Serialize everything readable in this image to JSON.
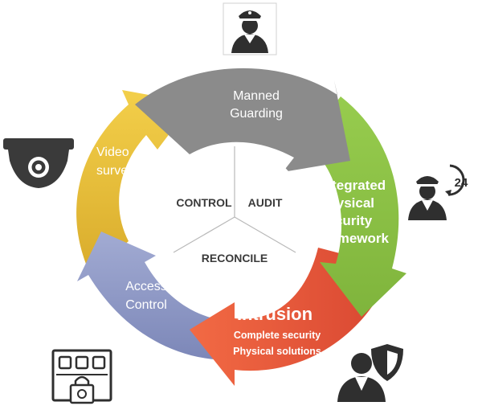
{
  "cycle": {
    "segments": [
      {
        "id": "manned-guarding",
        "lines": [
          "Manned",
          "Guarding"
        ],
        "color": "#8b8b8b"
      },
      {
        "id": "integrated-framework",
        "lines": [
          "Integrated",
          "physical",
          "security",
          "framework"
        ],
        "color": "#8cc34a"
      },
      {
        "id": "intrusion",
        "title": "Intrusion",
        "lines": [
          "Complete security",
          "Physical solutions"
        ],
        "color": "#ea5a3c"
      },
      {
        "id": "access-control",
        "lines": [
          "Access",
          "Control"
        ],
        "color": "#8d98c6"
      },
      {
        "id": "video-surveillance",
        "lines": [
          "Video",
          "surveillance"
        ],
        "color": "#e7be3c"
      }
    ]
  },
  "hub": {
    "labels": [
      "CONTROL",
      "AUDIT",
      "RECONCILE"
    ]
  },
  "icons": {
    "top": "security-guard-icon",
    "right": "guard-24-hour-icon",
    "left": "dome-camera-icon",
    "bottom_left": "access-keypad-lock-icon",
    "bottom_right": "guard-shield-icon",
    "badge_text": "24"
  }
}
